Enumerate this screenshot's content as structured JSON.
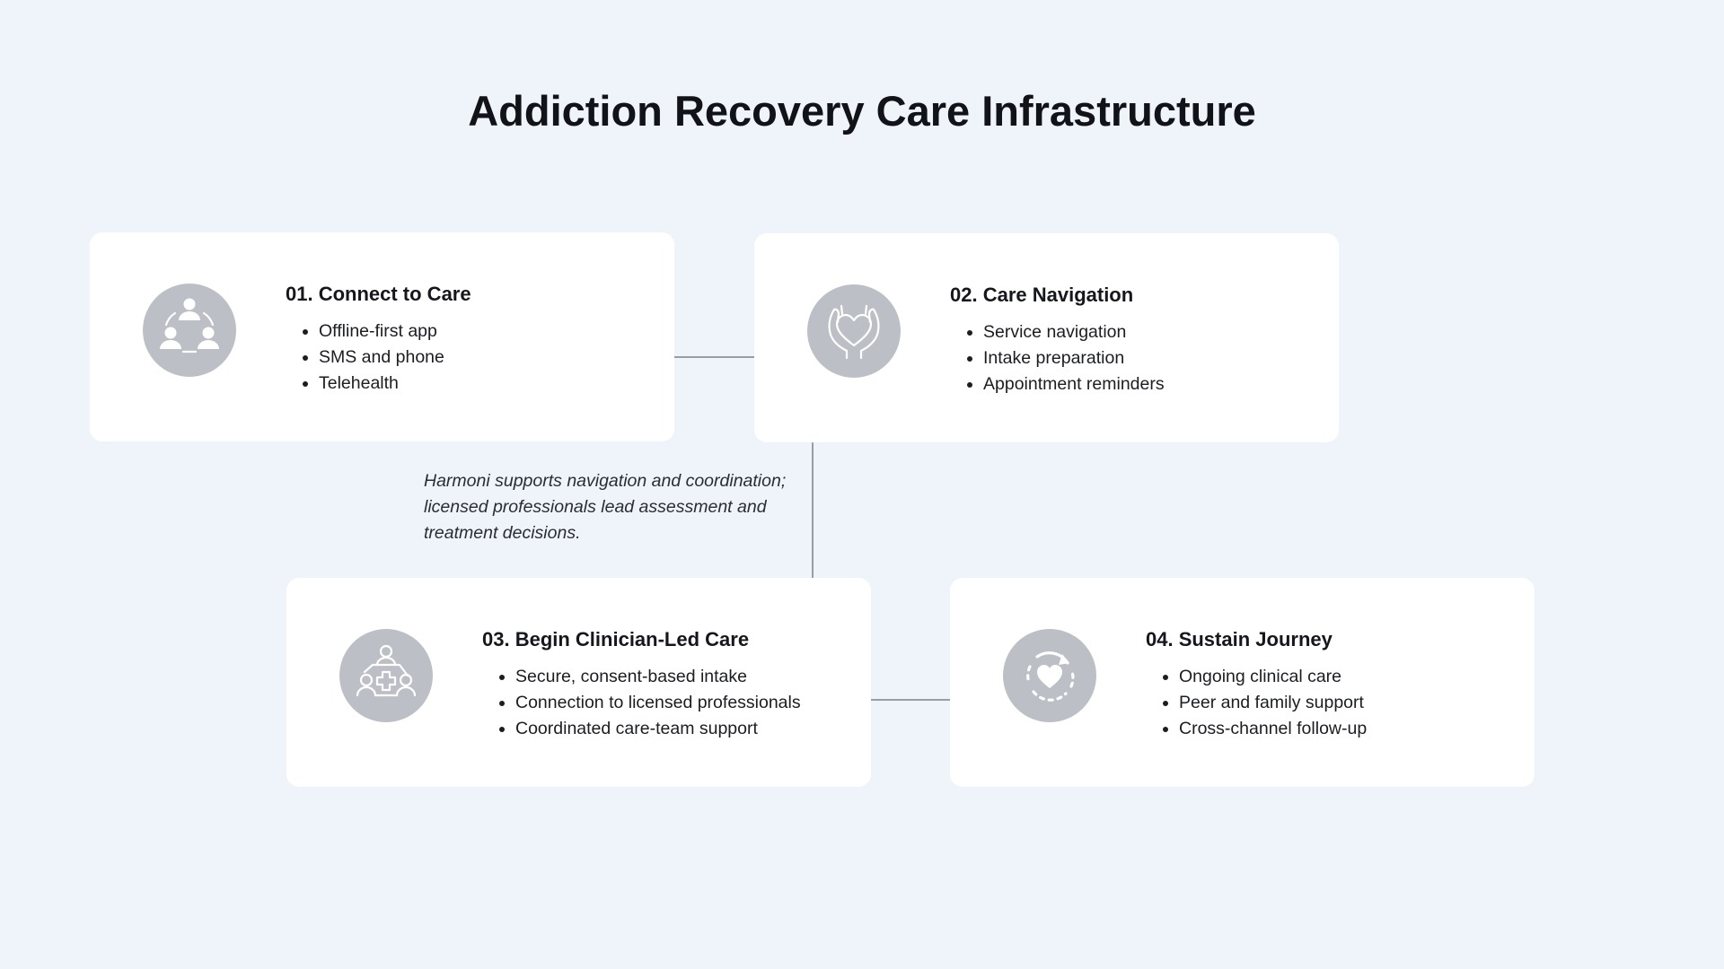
{
  "title": "Addiction Recovery Care Infrastructure",
  "note": "Harmoni supports navigation and coordination; licensed professionals lead assessment and treatment decisions.",
  "colors": {
    "background": "#eff3fa",
    "card": "#ffffff",
    "icon_circle": "#bcc0c6",
    "arrow": "#9a9da3"
  },
  "steps": [
    {
      "heading": "01. Connect to Care",
      "icon": "community-icon",
      "bullets": [
        "Offline-first app",
        "SMS and phone",
        "Telehealth"
      ]
    },
    {
      "heading": "02. Care Navigation",
      "icon": "caring-hands-heart-icon",
      "bullets": [
        "Service navigation",
        "Intake preparation",
        "Appointment reminders"
      ]
    },
    {
      "heading": "03. Begin Clinician-Led Care",
      "icon": "care-team-medical-icon",
      "bullets": [
        "Secure, consent-based intake",
        "Connection to licensed professionals",
        "Coordinated care-team support"
      ]
    },
    {
      "heading": "04. Sustain Journey",
      "icon": "heart-cycle-icon",
      "bullets": [
        "Ongoing clinical care",
        "Peer and family support",
        "Cross-channel follow-up"
      ]
    }
  ]
}
